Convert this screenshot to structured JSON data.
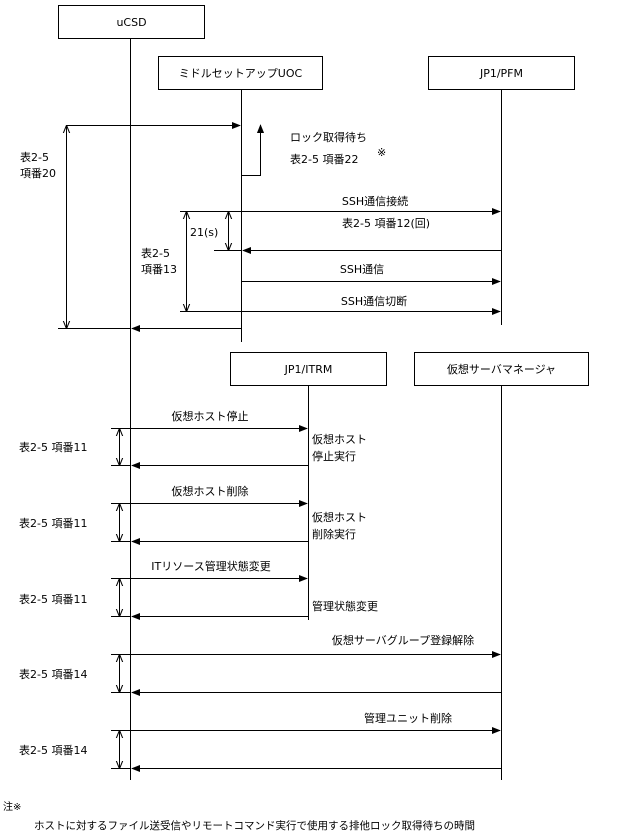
{
  "participants": {
    "ucsd": "uCSD",
    "midware": "ミドルセットアップUOC",
    "pfm": "JP1/PFM",
    "itrm": "JP1/ITRM",
    "vsm": "仮想サーバマネージャ"
  },
  "labels": {
    "lock_wait": "ロック取得待ち",
    "lock_ref": "表2-5 項番22",
    "note_mark": "※",
    "ref_20_a": "表2-5",
    "ref_20_b": "項番20",
    "ssh_connect": "SSH通信接続",
    "ssh_connect_ref": "表2-5 項番12(回)",
    "timeout": "21(s)",
    "ref_13_a": "表2-5",
    "ref_13_b": "項番13",
    "ssh_comm": "SSH通信",
    "ssh_disconnect": "SSH通信切断",
    "host_stop": "仮想ホスト停止",
    "host_stop_exec_1": "仮想ホスト",
    "host_stop_exec_2": "停止実行",
    "ref_11_a": "表2-5 項番11",
    "host_delete": "仮想ホスト削除",
    "host_delete_exec_1": "仮想ホスト",
    "host_delete_exec_2": "削除実行",
    "ref_11_b": "表2-5 項番11",
    "it_change": "ITリソース管理状態変更",
    "state_change": "管理状態変更",
    "ref_11_c": "表2-5 項番11",
    "vgroup_unreg": "仮想サーバグループ登録解除",
    "ref_14_a": "表2-5 項番14",
    "unit_delete": "管理ユニット削除",
    "ref_14_b": "表2-5 項番14"
  },
  "note": {
    "heading": "注※",
    "text": "ホストに対するファイル送受信やリモートコマンド実行で使用する排他ロック取得待ちの時間"
  }
}
